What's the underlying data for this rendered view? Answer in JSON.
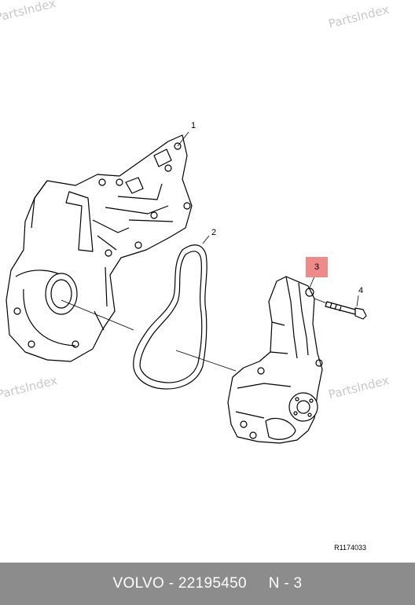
{
  "watermarks": [
    "PartsIndex",
    "PartsIndex",
    "PartsIndex",
    "PartsIndex"
  ],
  "callouts": {
    "c1": "1",
    "c2": "2",
    "c3": "3",
    "c4": "4"
  },
  "ref_code": "R1174033",
  "footer": {
    "brand": "VOLVO",
    "separator": " - ",
    "part_number": "22195450",
    "gap": "     ",
    "position": "N - 3"
  },
  "colors": {
    "highlight": "#ef8a8a",
    "footer_bg": "#8c8c8c",
    "watermark": "#c8c8c8"
  }
}
